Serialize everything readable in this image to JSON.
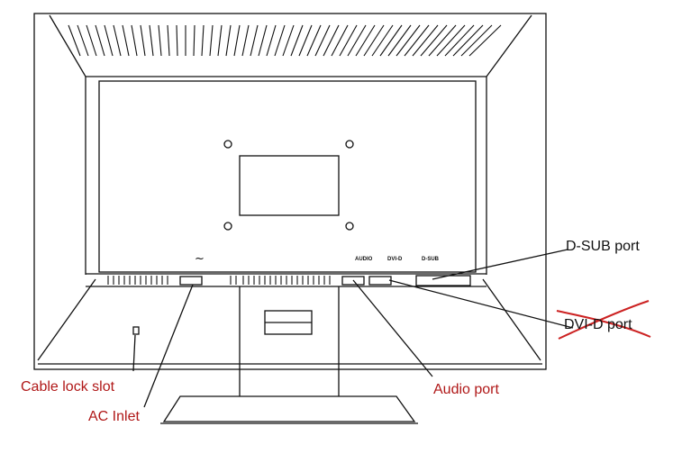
{
  "diagram": {
    "ports": {
      "audio_tag": "AUDIO",
      "dvid_tag": "DVI-D",
      "dsub_tag": "D-SUB",
      "ac_symbol": "~"
    },
    "callouts": {
      "dsub": "D-SUB port",
      "dvid": "DVI-D port",
      "audio": "Audio  port",
      "cable_lock": "Cable lock slot",
      "ac_inlet": "AC Inlet"
    },
    "colors": {
      "line_art": "#111111",
      "callout_text": "#b01818",
      "strike": "#cc2222"
    },
    "annotations": {
      "dvid_struck_out": true
    }
  }
}
